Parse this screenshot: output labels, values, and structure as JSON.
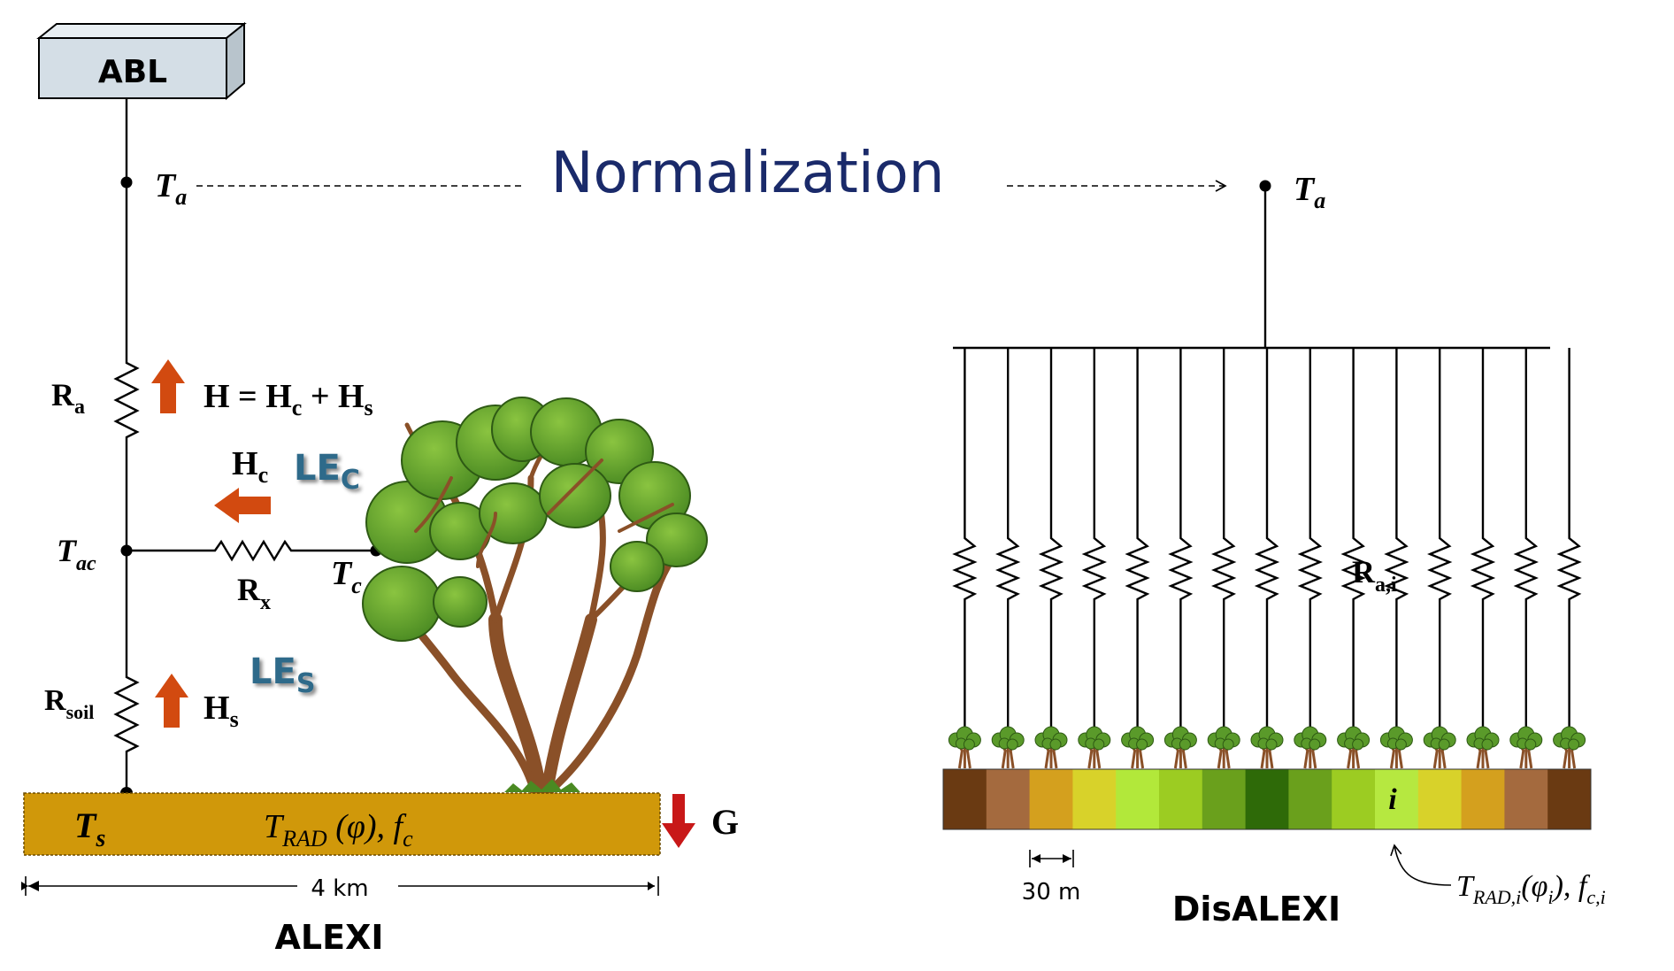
{
  "title": "Normalization",
  "abl": {
    "label": "ABL"
  },
  "alexi": {
    "model_label": "ALEXI",
    "ta": {
      "base": "T",
      "sub": "a"
    },
    "tac": {
      "base": "T",
      "sub": "ac"
    },
    "tc": {
      "base": "T",
      "sub": "c"
    },
    "ts": {
      "base": "T",
      "sub": "s"
    },
    "ra": {
      "base": "R",
      "sub": "a"
    },
    "rx": {
      "base": "R",
      "sub": "x"
    },
    "rsoil": {
      "base": "R",
      "sub": "soil"
    },
    "h_eq": {
      "p1": "H = H",
      "s1": "c",
      "p2": " + H",
      "s2": "s"
    },
    "hc": {
      "base": "H",
      "sub": "c"
    },
    "hs": {
      "base": "H",
      "sub": "s"
    },
    "lec": {
      "base": "LE",
      "sub": "C"
    },
    "les": {
      "base": "LE",
      "sub": "S"
    },
    "ground": {
      "t": "T",
      "sub": "RAD",
      "phi": " (φ),  f",
      "fsub": "c"
    },
    "g_label": "G",
    "scale_label": "4 km"
  },
  "disalexi": {
    "model_label": "DisALEXI",
    "ta": {
      "base": "T",
      "sub": "a"
    },
    "ra_i": {
      "base": "R",
      "sub": "a,i"
    },
    "pixel_label": "i",
    "scale_label": "30 m",
    "annotation": {
      "t": "T",
      "sub": "RAD,i",
      "phi": "(φ",
      "phisub": "i",
      "close": "),  f",
      "fsub": "c,i"
    },
    "pixel_colors": [
      "#6a3a12",
      "#a46a3e",
      "#d4a01e",
      "#d8d22a",
      "#b2e83a",
      "#9ccc22",
      "#6aa01c",
      "#2e6a08",
      "#6aa01c",
      "#9ccc22",
      "#b6e840",
      "#d8d22a",
      "#d4a01e",
      "#a46a3e",
      "#6a3a12"
    ]
  },
  "colors": {
    "arrow_up": "#d24a10",
    "arrow_g": "#c81818",
    "ground": "#d0980a",
    "le_text": "#2e6a8a",
    "title": "#1a2a6a"
  }
}
